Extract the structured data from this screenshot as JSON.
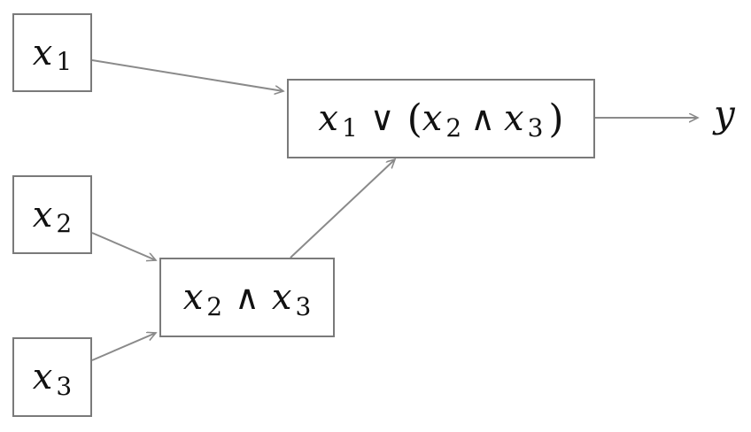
{
  "inputs": [
    {
      "var": "x",
      "sub": "1"
    },
    {
      "var": "x",
      "sub": "2"
    },
    {
      "var": "x",
      "sub": "3"
    }
  ],
  "and_node": {
    "a_var": "x",
    "a_sub": "2",
    "op": "∧",
    "b_var": "x",
    "b_sub": "3"
  },
  "or_node": {
    "a_var": "x",
    "a_sub": "1",
    "op1": "∨",
    "lparen": "(",
    "b_var": "x",
    "b_sub": "2",
    "op2": "∧",
    "c_var": "x",
    "c_sub": "3",
    "rparen": ")"
  },
  "output": {
    "label": "y"
  },
  "colors": {
    "stroke": "#7a7a7a",
    "text": "#111111"
  }
}
